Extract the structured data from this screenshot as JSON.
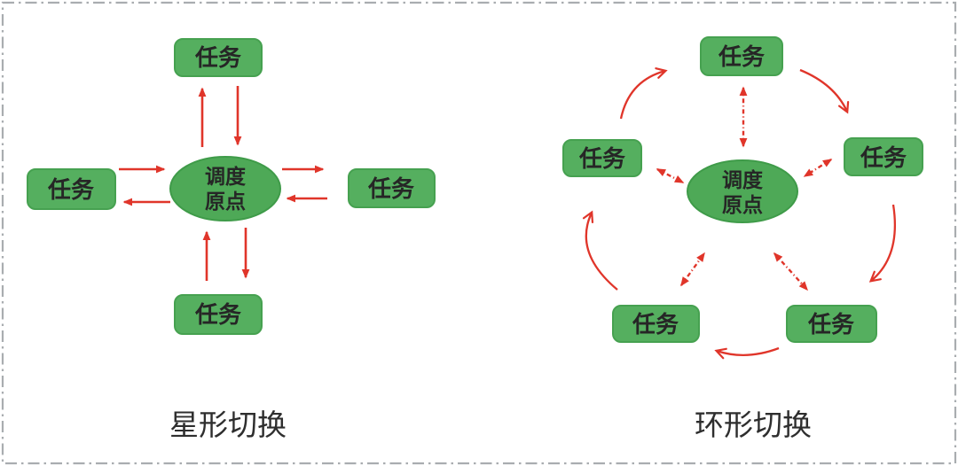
{
  "colors": {
    "node": "#55AF5F",
    "node_border": "#46A150",
    "hub": "#4EA957",
    "hub_border": "#3F9B49",
    "arrow": "#E0352A",
    "text": "#262626",
    "caption": "#2E2E2E",
    "frame": "#A9ADB0",
    "background": "#FFFFFF"
  },
  "star": {
    "caption": "星形切换",
    "hub": {
      "line1": "调度",
      "line2": "原点"
    },
    "tasks": {
      "top": "任务",
      "left": "任务",
      "right": "任务",
      "bottom": "任务"
    }
  },
  "ring": {
    "caption": "环形切换",
    "hub": {
      "line1": "调度",
      "line2": "原点"
    },
    "tasks": {
      "top": "任务",
      "upper_left": "任务",
      "upper_right": "任务",
      "lower_left": "任务",
      "lower_right": "任务"
    }
  }
}
